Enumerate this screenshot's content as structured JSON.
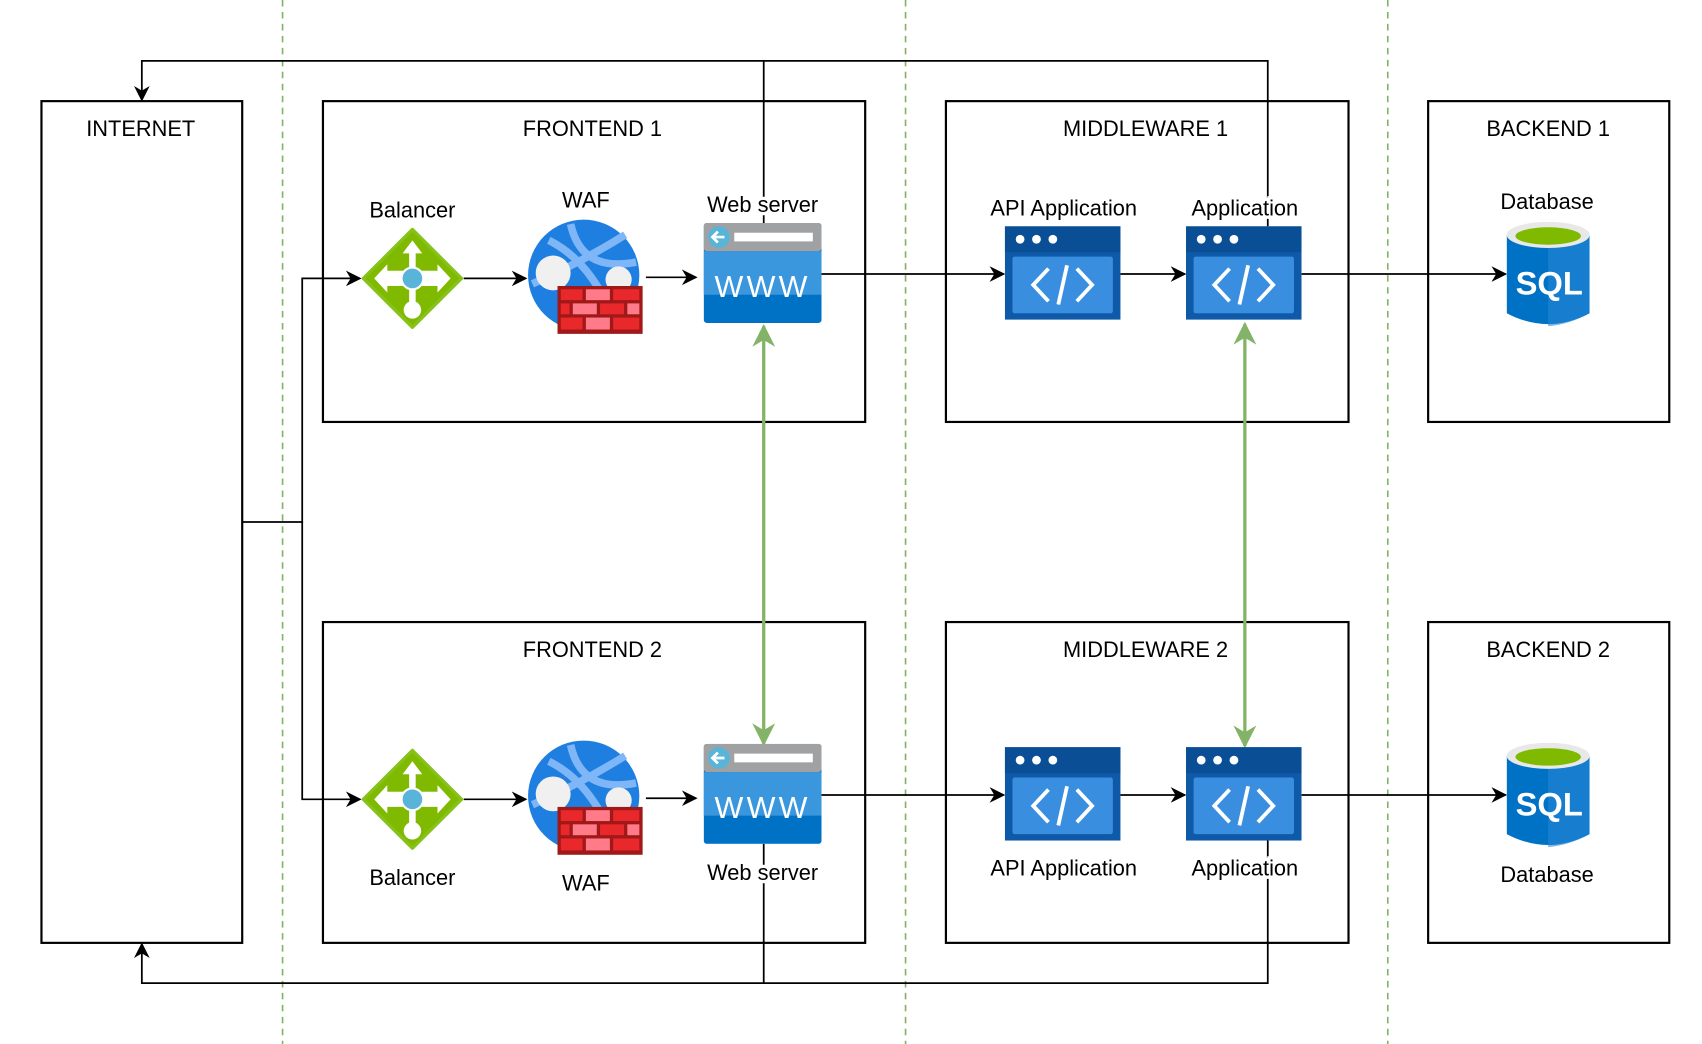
{
  "colors": {
    "lane": "#82b366",
    "sync_arrow": "#82b366",
    "azure_blue": "#0072c6",
    "balancer_green": "#7fba00",
    "firewall_red": "#e8282b"
  },
  "internet": {
    "title": "INTERNET"
  },
  "frontends": [
    {
      "title": "FRONTEND 1",
      "balancer": "Balancer",
      "waf": "WAF",
      "web_server": "Web server",
      "www": "WWW"
    },
    {
      "title": "FRONTEND 2",
      "balancer": "Balancer",
      "waf": "WAF",
      "web_server": "Web server",
      "www": "WWW"
    }
  ],
  "middlewares": [
    {
      "title": "MIDDLEWARE 1",
      "api_app": "API Application",
      "app": "Application"
    },
    {
      "title": "MIDDLEWARE 2",
      "api_app": "API Application",
      "app": "Application"
    }
  ],
  "backends": [
    {
      "title": "BACKEND 1",
      "database": "Database",
      "sql": "SQL"
    },
    {
      "title": "BACKEND 2",
      "database": "Database",
      "sql": "SQL"
    }
  ],
  "icons": {
    "balancer": "load-balancer-icon",
    "waf": "web-application-firewall-icon",
    "web_server": "web-server-www-icon",
    "app": "code-application-icon",
    "database": "sql-database-icon"
  }
}
